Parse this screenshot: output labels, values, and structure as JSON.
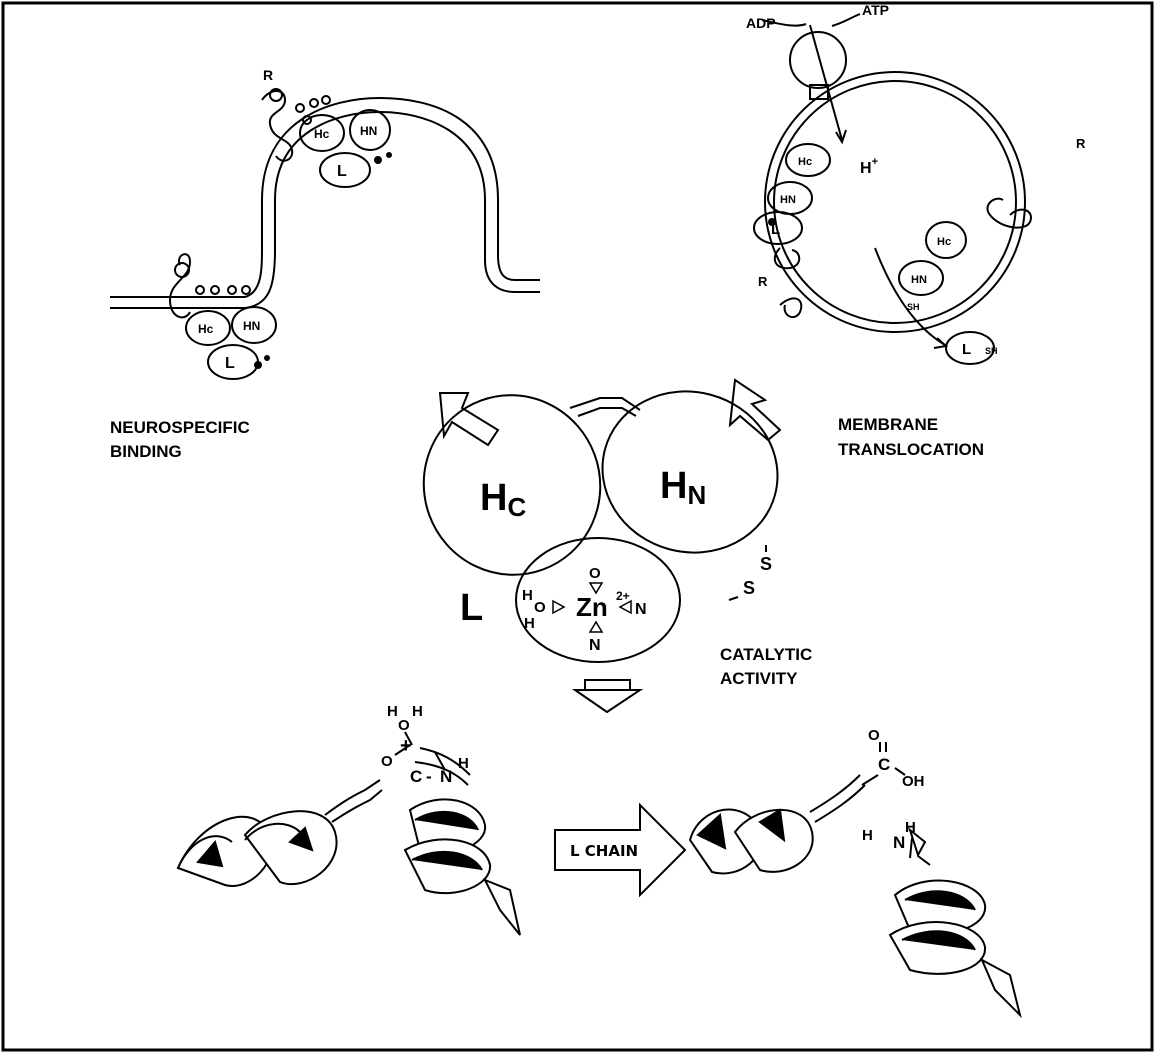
{
  "labels": {
    "neurospecific_1": "NEUROSPECIFIC",
    "neurospecific_2": "BINDING",
    "membrane_1": "MEMBRANE",
    "membrane_2": "TRANSLOCATION",
    "catalytic_1": "CATALYTIC",
    "catalytic_2": "ACTIVITY",
    "adp": "ADP",
    "atp": "ATP",
    "h_plus": "H",
    "plus_sup": "+",
    "l_chain": "L CHAIN"
  },
  "domains": {
    "hc": "H",
    "hc_sub": "C",
    "hn": "H",
    "hn_sub": "N",
    "l": "L",
    "small_hc": "Hc",
    "small_hn": "HN",
    "small_l": "L",
    "receptor": "R",
    "sh": "SH"
  },
  "zinc_site": {
    "zn": "Zn",
    "charge": "2+",
    "o_top": "O",
    "n_right": "N",
    "n_bottom": "N",
    "water_h1": "H",
    "water_o": "O",
    "water_h2": "H",
    "s1": "S",
    "s2": "S"
  },
  "chemistry": {
    "water_h_left": "H",
    "water_o": "O",
    "water_h_right": "H",
    "plus": "+",
    "carbonyl_o": "O",
    "carbon": "C",
    "dash": "-",
    "nitrogen": "N",
    "amide_h": "H",
    "product_o": "O",
    "product_c": "C",
    "product_oh": "OH",
    "amine_h_left": "H",
    "amine_n": "N",
    "amine_h_top": "H"
  },
  "colors": {
    "ink": "#000000",
    "paper": "#ffffff"
  }
}
